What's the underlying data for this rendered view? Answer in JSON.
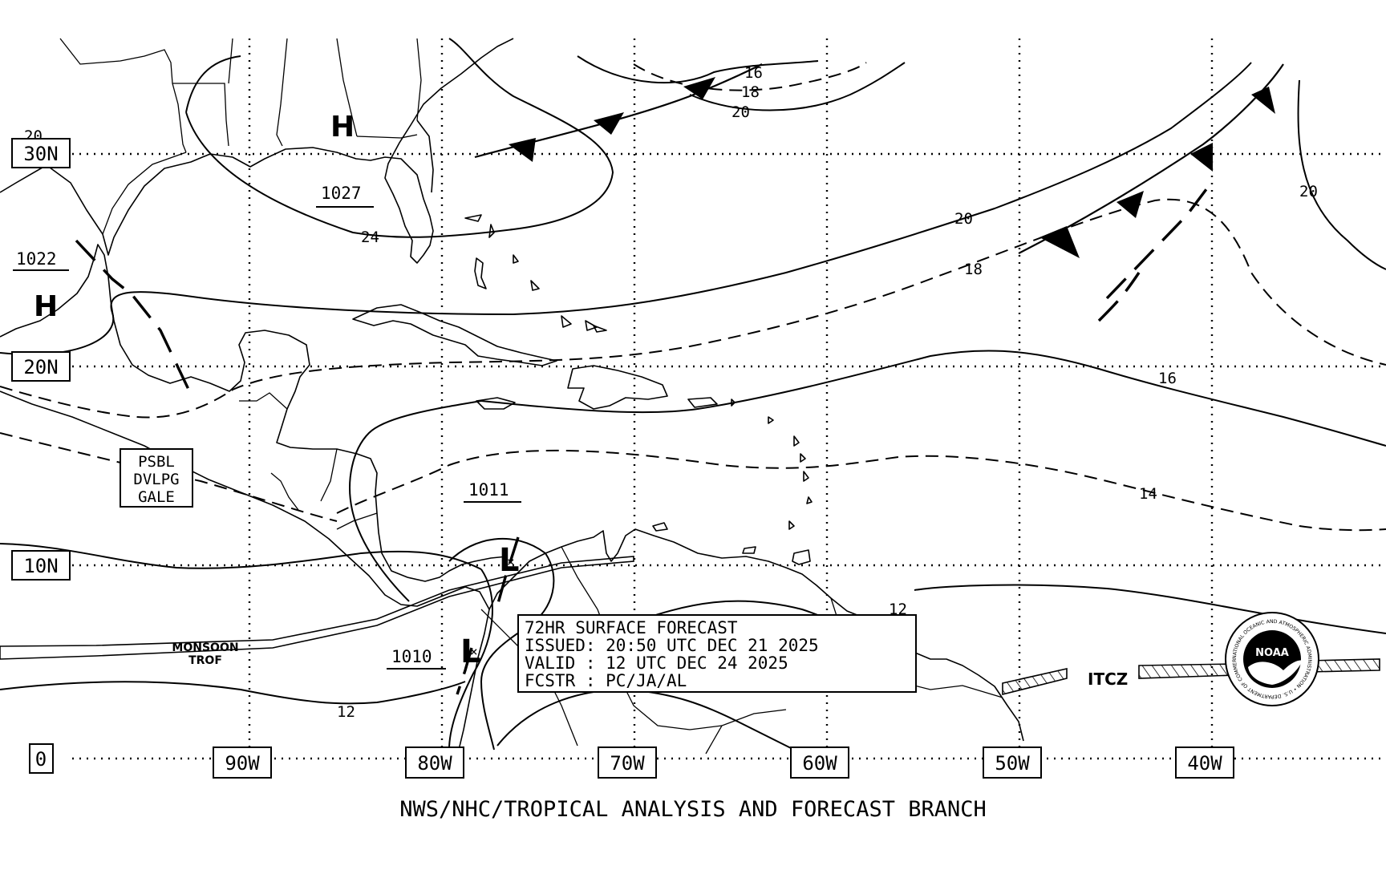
{
  "lat_labels": [
    "30N",
    "20N",
    "10N",
    "0"
  ],
  "lon_labels": [
    "90W",
    "80W",
    "70W",
    "60W",
    "50W",
    "40W"
  ],
  "isobar_labels": [
    "16",
    "18",
    "20",
    "20",
    "24",
    "20",
    "18",
    "20",
    "16",
    "14",
    "12",
    "12"
  ],
  "pressure_centers": [
    {
      "type": "H",
      "value": "1027"
    },
    {
      "type": "H",
      "value": "1022"
    },
    {
      "type": "L",
      "value": "1011"
    },
    {
      "type": "L",
      "value": "1010"
    }
  ],
  "gale_note": [
    "PSBL",
    "DVLPG",
    "GALE"
  ],
  "monsoon_label": [
    "MONSOON",
    "TROF"
  ],
  "itcz_label": "ITCZ",
  "forecast_box": {
    "line1": "72HR SURFACE FORECAST",
    "line2": "ISSUED: 20:50 UTC DEC 21 2025",
    "line3": "VALID : 12 UTC DEC 24 2025",
    "line4": "FCSTR : PC/JA/AL"
  },
  "footer": "NWS/NHC/TROPICAL ANALYSIS AND FORECAST BRANCH",
  "logo_text": "NOAA",
  "logo_ring_text": "NATIONAL OCEANIC AND ATMOSPHERIC ADMINISTRATION • U.S. DEPARTMENT OF COMMERCE"
}
